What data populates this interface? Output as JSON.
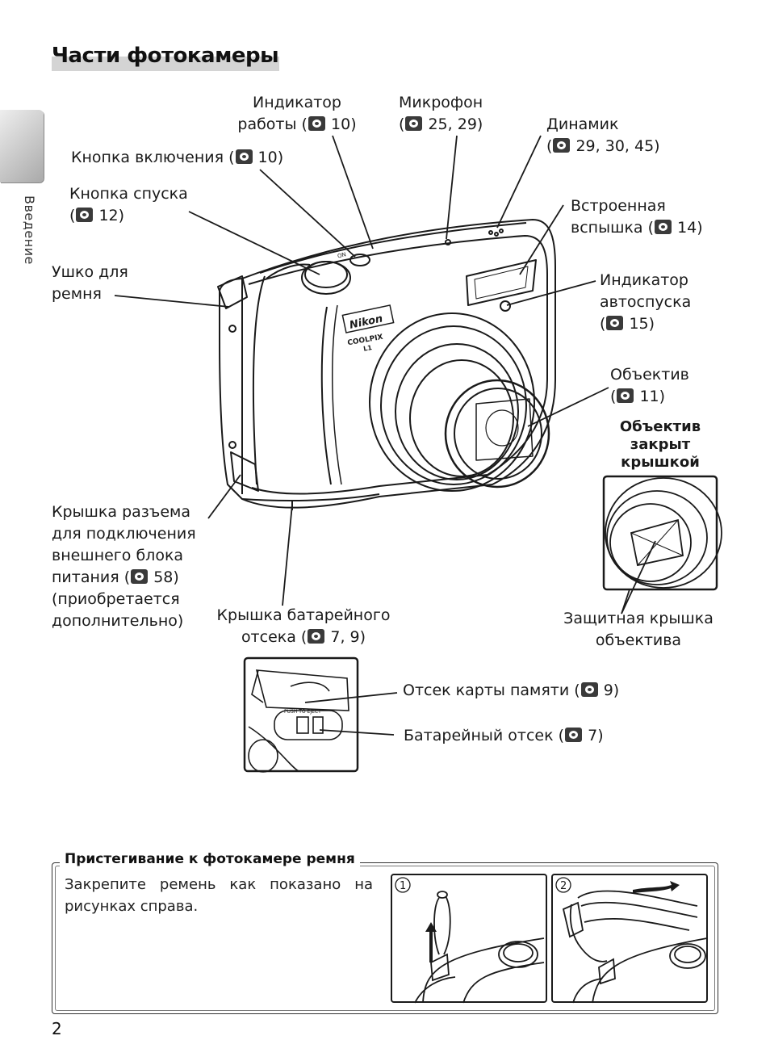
{
  "page": {
    "title": "Части фотокамеры",
    "side_tab": "Введение",
    "page_number": "2"
  },
  "labels": {
    "power_indicator": {
      "line1": "Индикатор",
      "line2": "работы (",
      "ref": "10)"
    },
    "microphone": {
      "line1": "Микрофон",
      "ref": "25, 29)"
    },
    "speaker": {
      "line1": "Динамик",
      "ref": "29, 30, 45)"
    },
    "power_button": {
      "text": "Кнопка включения (",
      "ref": "10)"
    },
    "shutter_button": {
      "line1": "Кнопка спуска",
      "ref": "12)"
    },
    "flash": {
      "line1": "Встроенная",
      "line2": "вспышка (",
      "ref": "14)"
    },
    "strap_eyelet": {
      "line1": "Ушко для",
      "line2": "ремня"
    },
    "self_timer": {
      "line1": "Индикатор",
      "line2": "автоспуска",
      "ref": "15)"
    },
    "lens": {
      "line1": "Объектив",
      "ref": "11)"
    },
    "lens_closed": {
      "line1": "Объектив",
      "line2": "закрыт",
      "line3": "крышкой"
    },
    "power_connector": {
      "line1": "Крышка разъема",
      "line2": "для подключения",
      "line3": "внешнего блока",
      "line4": "питания (",
      "ref": "58)",
      "line5": "(приобретается",
      "line6": "дополнительно)"
    },
    "battery_cover": {
      "line1": "Крышка батарейного",
      "line2": "отсека (",
      "ref": "7, 9)"
    },
    "lens_cover": {
      "line1": "Защитная крышка",
      "line2": "объектива"
    },
    "memory_slot": {
      "text": "Отсек карты памяти (",
      "ref": "9)"
    },
    "battery_chamber": {
      "text": "Батарейный отсек (",
      "ref": "7)"
    }
  },
  "camera_marks": {
    "brand": "Nikon",
    "model": "COOLPIX",
    "model_sub": "L1",
    "on_button": "ON",
    "slot_text": "PUSH TO EJECT"
  },
  "strap": {
    "title": "Пристегивание к фотокамере ремня",
    "text": "Закрепите ремень как показано на рисунках справа.",
    "step1": "1",
    "step2": "2"
  }
}
